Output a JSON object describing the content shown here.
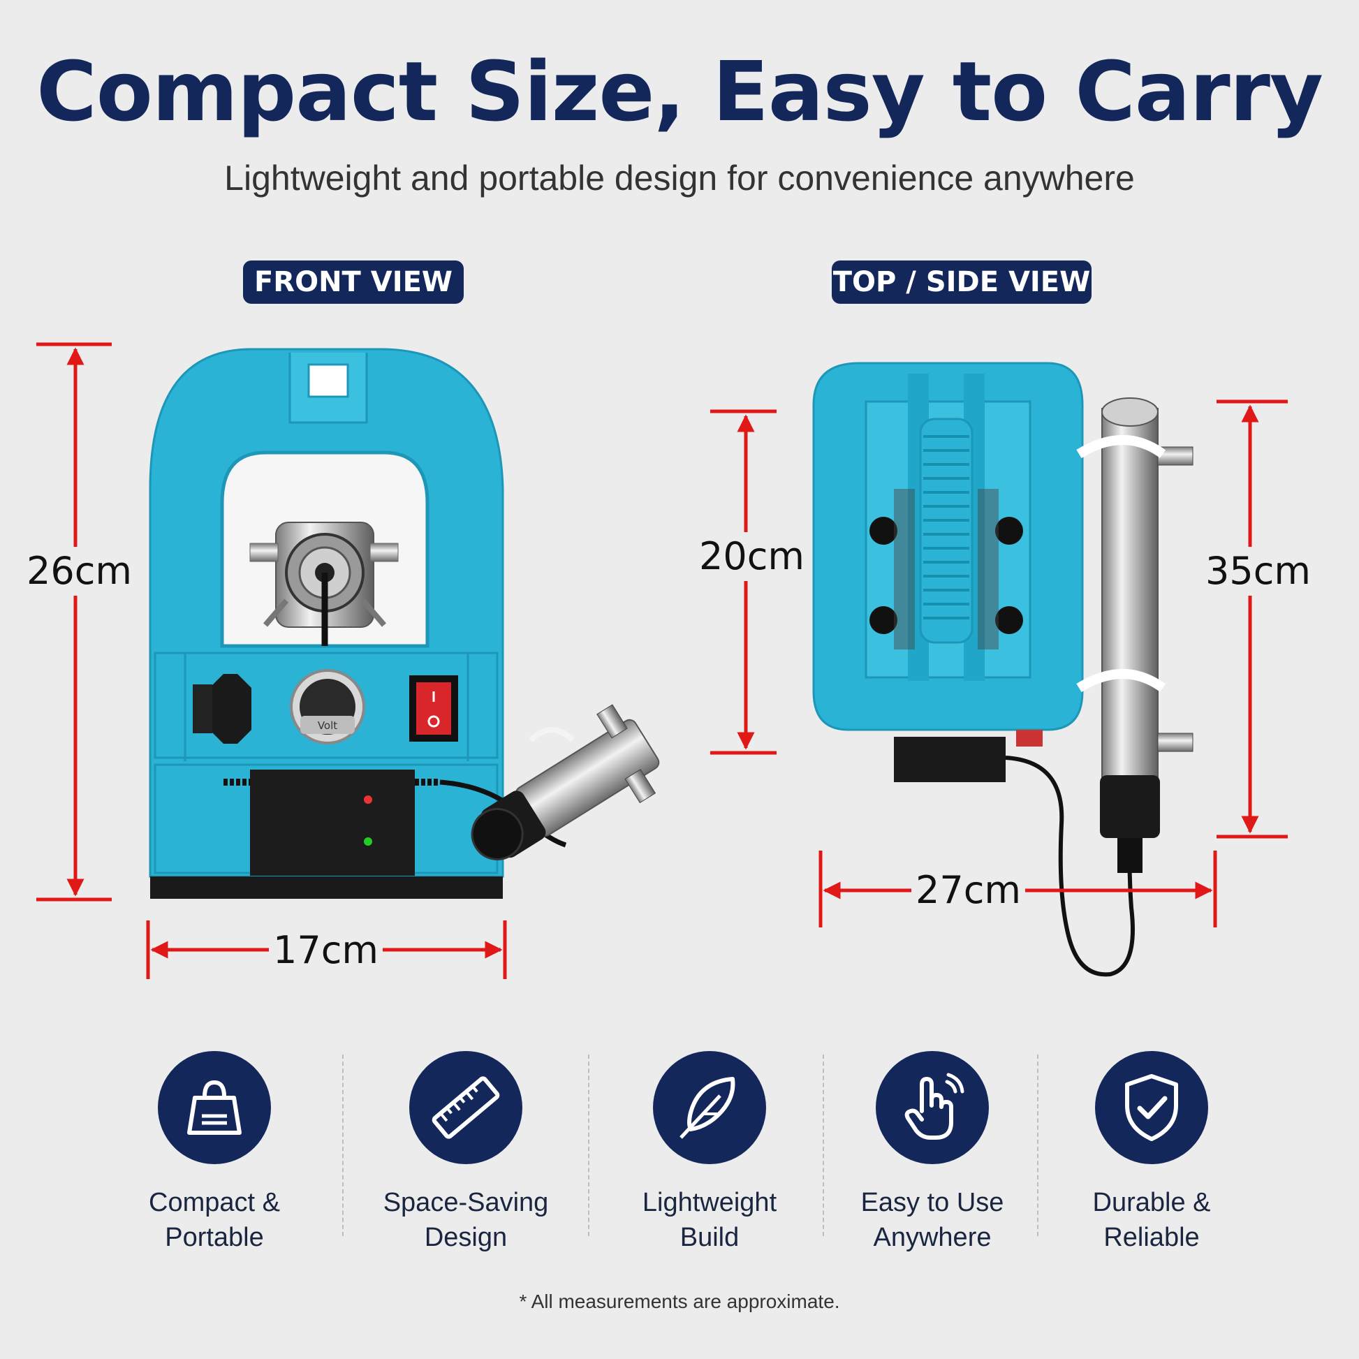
{
  "header": {
    "title": "Compact Size, Easy to Carry",
    "subtitle": "Lightweight and portable design for convenience anywhere"
  },
  "views": {
    "front_label": "FRONT VIEW",
    "side_label": "TOP / SIDE VIEW"
  },
  "dimensions": {
    "front_height": "26cm",
    "front_width": "17cm",
    "side_height": "20cm",
    "tube_length": "35cm",
    "side_width": "27cm"
  },
  "device": {
    "volt_label": "Volt"
  },
  "features": [
    {
      "label": "Compact & Portable",
      "icon": "shopping-bag-icon"
    },
    {
      "label": "Space-Saving\nDesign",
      "icon": "ruler-icon"
    },
    {
      "label": "Lightweight\nBuild",
      "icon": "feather-icon"
    },
    {
      "label": "Easy to Use\nAnywhere",
      "icon": "tap-hand-icon"
    },
    {
      "label": "Durable &\nReliable",
      "icon": "shield-check-icon"
    }
  ],
  "footer": {
    "note": "* All measurements are approximate."
  },
  "colors": {
    "navy": "#13275a",
    "device_blue": "#2bb3d6",
    "dimension_red": "#e01818",
    "background": "#ececec"
  }
}
